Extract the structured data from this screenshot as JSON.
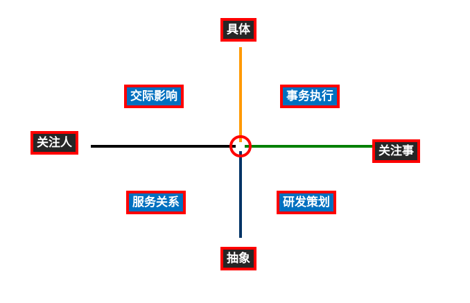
{
  "axes": {
    "top": "具体",
    "bottom": "抽象",
    "left": "关注人",
    "right": "关注事"
  },
  "quadrants": {
    "top_left": "交际影响",
    "top_right": "事务执行",
    "bottom_left": "服务关系",
    "bottom_right": "研发策划"
  },
  "colors": {
    "top_axis": "#ff9900",
    "bottom_axis": "#003366",
    "left_axis": "#000000",
    "right_axis": "#008000",
    "center_circle": "#ff0000",
    "label_border": "#ff0000",
    "axis_label_bg": "#262626",
    "quadrant_label_bg": "#0070c0"
  }
}
